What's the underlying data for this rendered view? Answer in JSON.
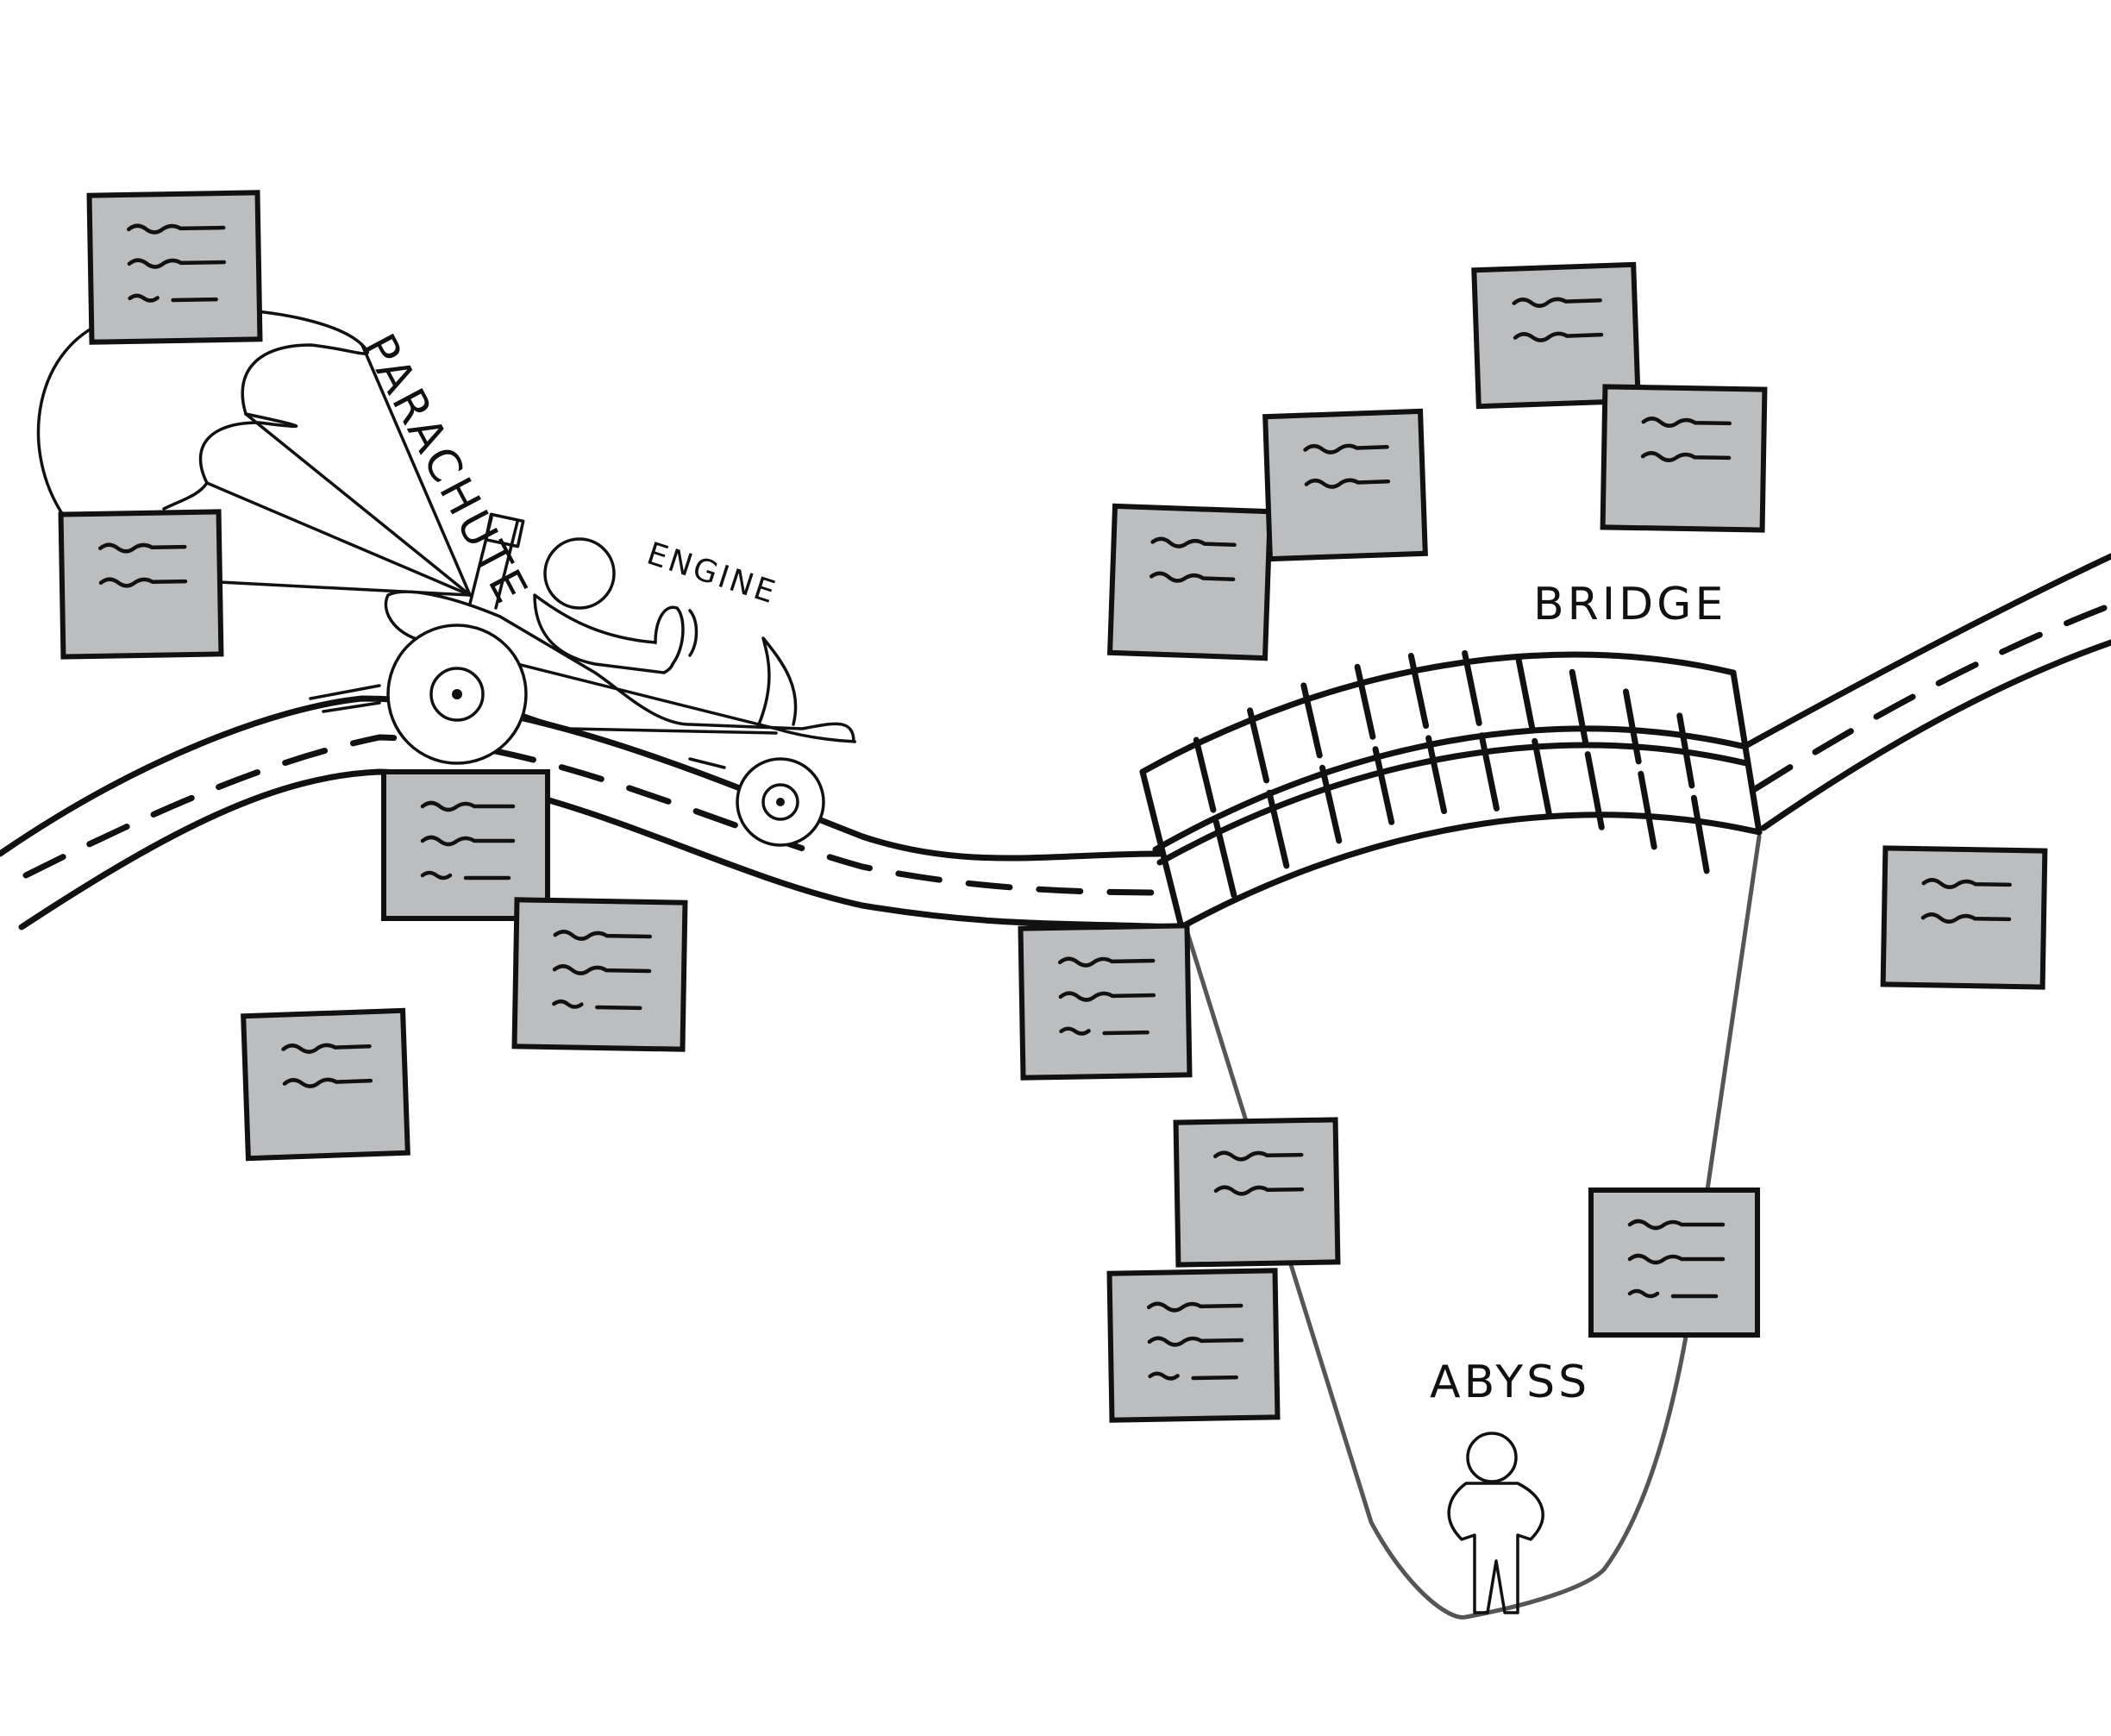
{
  "labels": {
    "parachute": "PARACHUTE",
    "engine": "ENGINE",
    "bridge": "BRIDGE",
    "abyss": "ABYSS"
  },
  "colors": {
    "note_fill": "#bcbdbf",
    "ink": "#111111",
    "background": "#ffffff"
  },
  "icons": [
    "go-kart-icon",
    "parachute-icon",
    "stick-figure-icon",
    "sticky-note-icon"
  ]
}
